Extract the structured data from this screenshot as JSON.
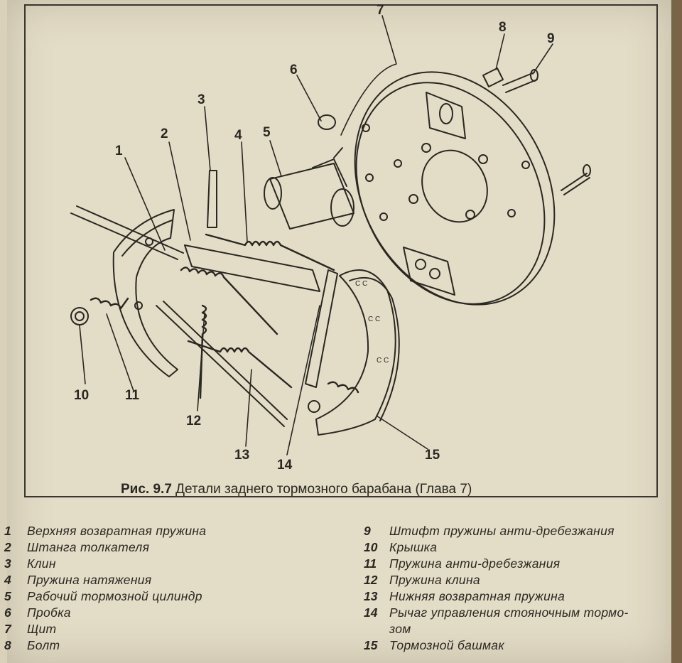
{
  "caption": {
    "figure_number": "Рис. 9.7",
    "title": "Детали заднего тормозного барабана (Глава 7)"
  },
  "callouts": [
    "1",
    "2",
    "3",
    "4",
    "5",
    "6",
    "7",
    "8",
    "9",
    "10",
    "11",
    "12",
    "13",
    "14",
    "15"
  ],
  "legend_left": [
    {
      "num": "1",
      "text": "Верхняя возвратная пружина"
    },
    {
      "num": "2",
      "text": "Штанга толкателя"
    },
    {
      "num": "3",
      "text": "Клин"
    },
    {
      "num": "4",
      "text": "Пружина натяжения"
    },
    {
      "num": "5",
      "text": "Рабочий тормозной цилиндр"
    },
    {
      "num": "6",
      "text": "Пробка"
    },
    {
      "num": "7",
      "text": "Щит"
    },
    {
      "num": "8",
      "text": "Болт"
    }
  ],
  "legend_right": [
    {
      "num": "9",
      "text": "Штифт пружины анти-дребезжания"
    },
    {
      "num": "10",
      "text": "Крышка"
    },
    {
      "num": "11",
      "text": "Пружина анти-дребезжания"
    },
    {
      "num": "12",
      "text": "Пружина клина"
    },
    {
      "num": "13",
      "text": "Нижняя возвратная пружина"
    },
    {
      "num": "14",
      "text": "Рычаг управления стояночным тормо-",
      "cont": "зом"
    },
    {
      "num": "15",
      "text": "Тормозной башмак"
    }
  ]
}
